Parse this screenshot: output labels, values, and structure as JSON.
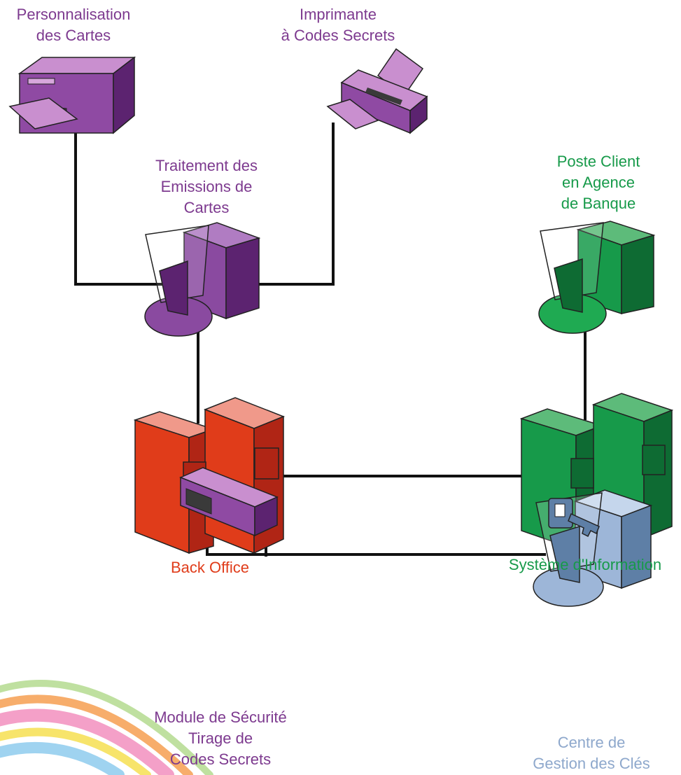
{
  "colors": {
    "purple": "#7d3a8f",
    "red": "#e03c1a",
    "green": "#179a4a",
    "blue": "#8ea8cc",
    "line": "#111111"
  },
  "nodes": {
    "card_personalization": {
      "lines": [
        "Personnalisation",
        "des Cartes"
      ],
      "icon": "card-printer-icon"
    },
    "pin_printer": {
      "lines": [
        "Imprimante",
        "à Codes Secrets"
      ],
      "icon": "printer-icon"
    },
    "card_processing": {
      "lines": [
        "Traitement des",
        "Emissions de",
        "Cartes"
      ],
      "icon": "workstation-icon"
    },
    "branch_client": {
      "lines": [
        "Poste Client",
        "en Agence",
        "de Banque"
      ],
      "icon": "workstation-icon"
    },
    "back_office": {
      "lines": [
        "Back Office"
      ],
      "icon": "server-icon"
    },
    "information_system": {
      "lines": [
        "Système d'Information"
      ],
      "icon": "server-icon"
    },
    "security_module": {
      "lines": [
        "Module de Sécurité",
        "Tirage de",
        "Codes Secrets"
      ],
      "icon": "hsm-icon"
    },
    "key_center": {
      "lines": [
        "Centre de",
        "Gestion des Clés"
      ],
      "icon": "key-workstation-icon"
    }
  }
}
